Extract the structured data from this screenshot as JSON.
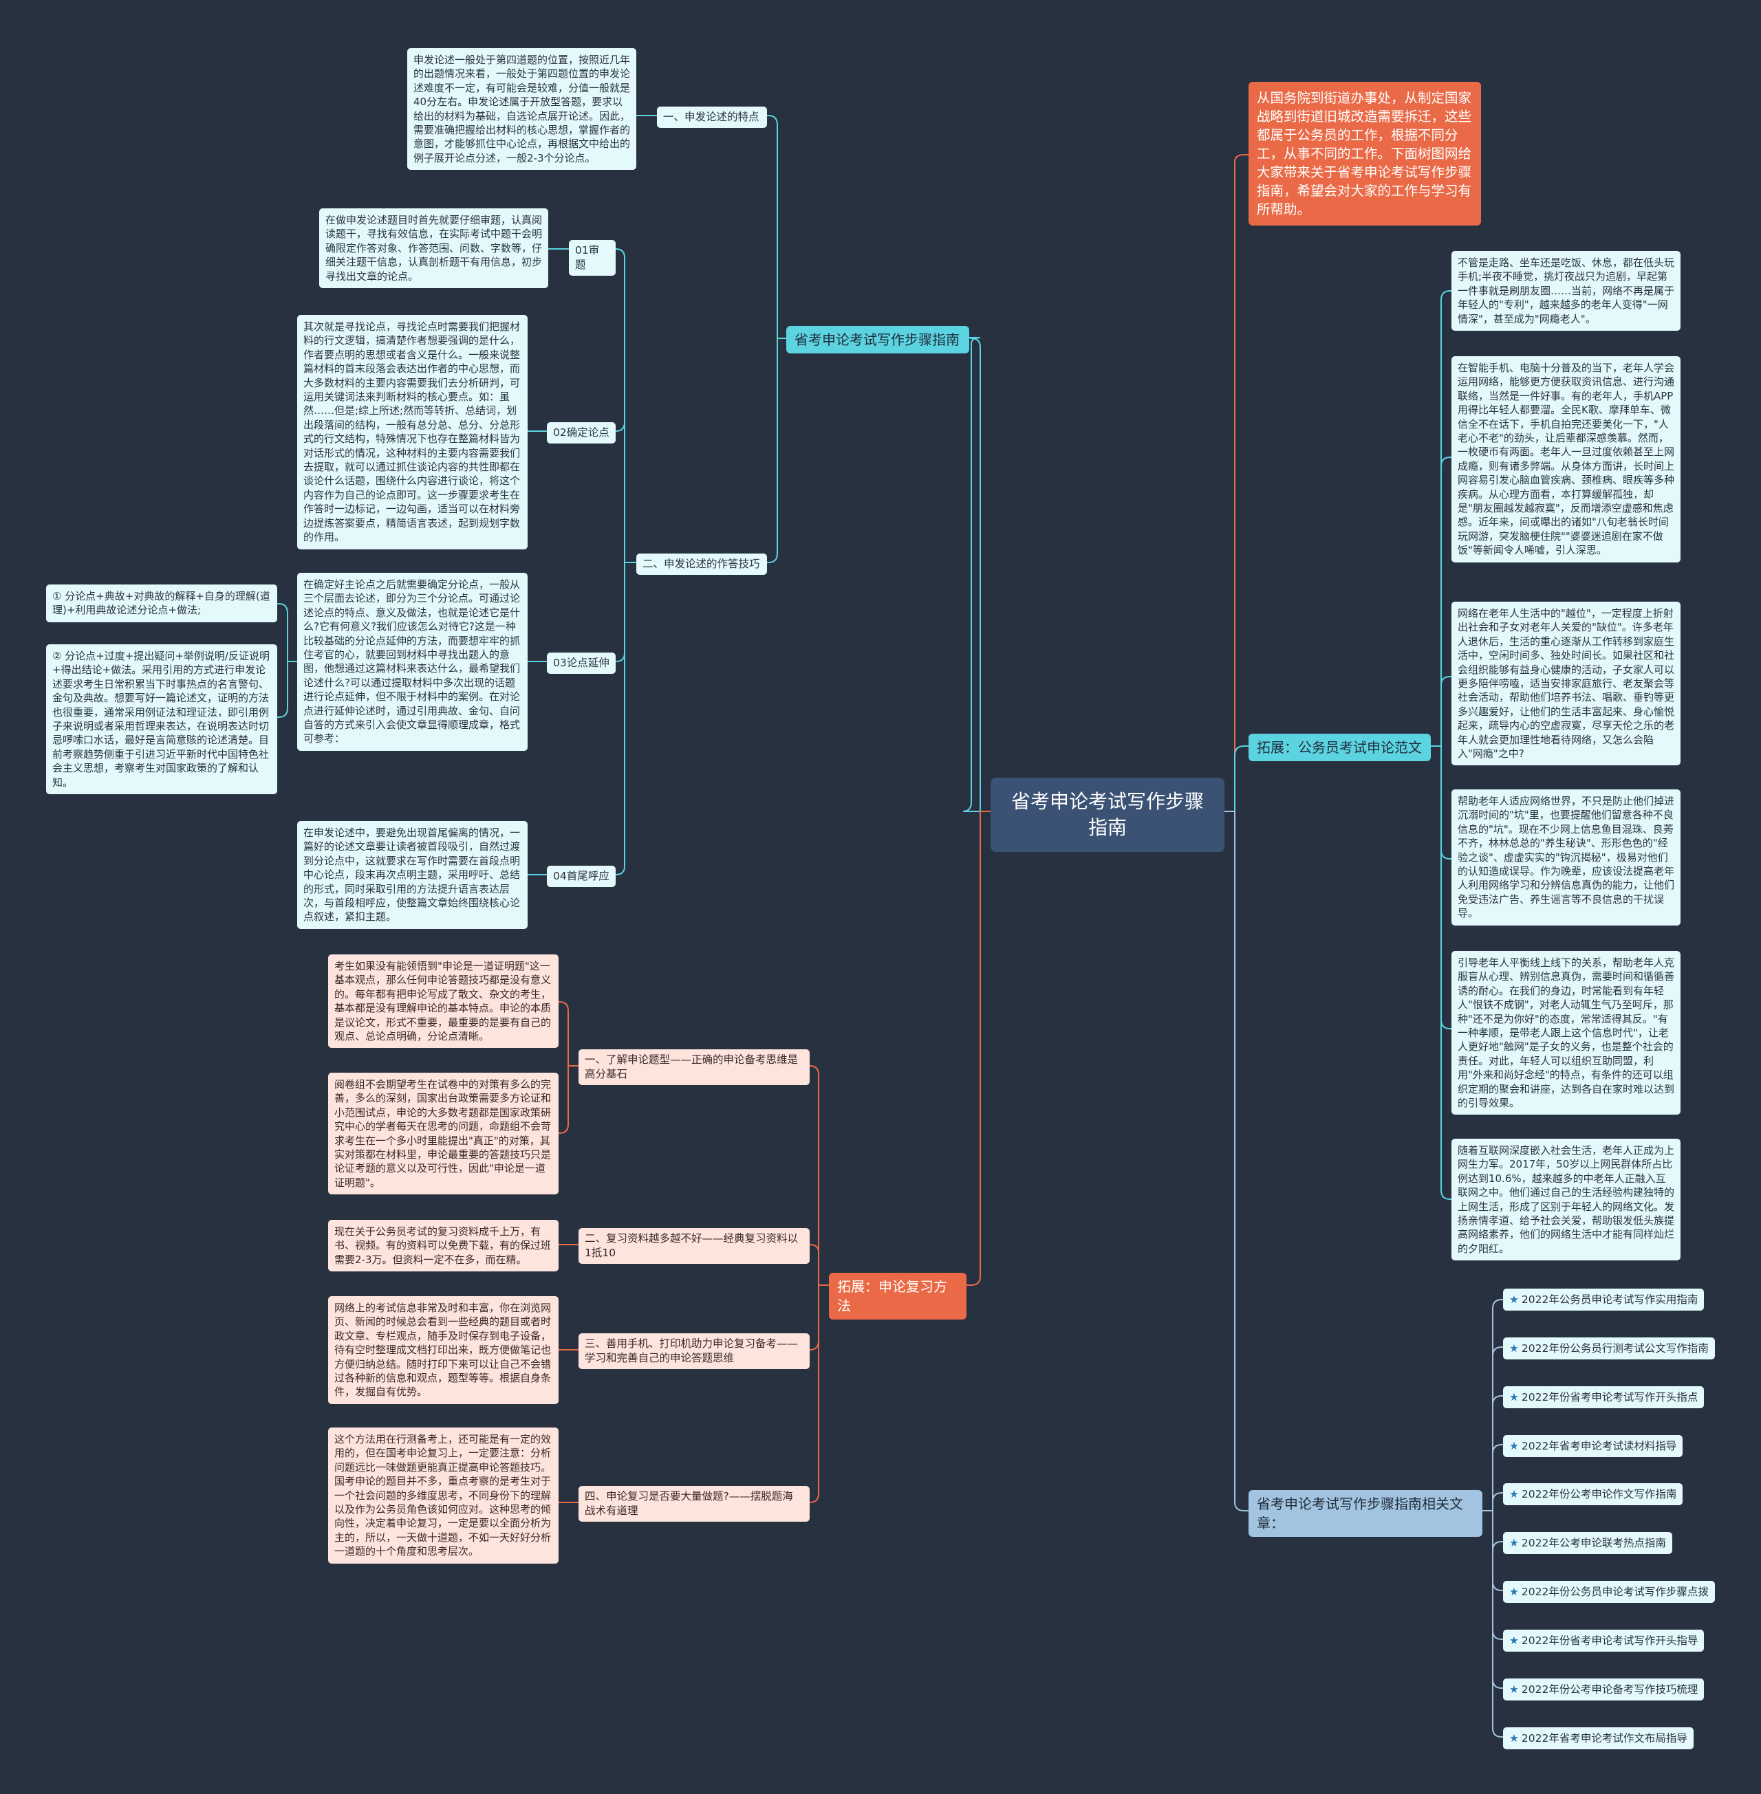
{
  "central": "省考申论考试写作步骤指南",
  "intro": "从国务院到街道办事处，从制定国家战略到街道旧城改造需要拆迁，这些都属于公务员的工作，根据不同分工，从事不同的工作。下面树图网给大家带来关于省考申论考试写作步骤指南，希望会对大家的工作与学习有所帮助。",
  "left_top": {
    "label": "省考申论考试写作步骤指南",
    "sec1": {
      "label": "一、申发论述的特点",
      "text": "申发论述一般处于第四道题的位置，按照近几年的出题情况来看，一般处于第四题位置的申发论述难度不一定，有可能会是较难，分值一般就是40分左右。申发论述属于开放型答题，要求以给出的材料为基础，自选论点展开论述。因此，需要准确把握给出材料的核心思想，掌握作者的意图，才能够抓住中心论点，再根据文中给出的例子展开论点分述，一般2-3个分论点。"
    },
    "sec2": {
      "label": "二、申发论述的作答技巧",
      "items": [
        {
          "label": "01审题",
          "text": "在做申发论述题目时首先就要仔细审题，认真阅读题干，寻找有效信息，在实际考试中题干会明确限定作答对象、作答范围、问数、字数等，仔细关注题干信息，认真剖析题干有用信息，初步寻找出文章的论点。"
        },
        {
          "label": "02确定论点",
          "text": "其次就是寻找论点，寻找论点时需要我们把握材料的行文逻辑，搞清楚作者想要强调的是什么，作者要点明的思想或者含义是什么。一般来说整篇材料的首末段落会表达出作者的中心思想，而大多数材料的主要内容需要我们去分析研判，可运用关键词法来判断材料的核心要点。如：虽然……但是;综上所述;然而等转折、总结词，划出段落间的结构，一般有总分总、总分、分总形式的行文结构，特殊情况下也存在整篇材料皆为对话形式的情况，这种材料的主要内容需要我们去提取，就可以通过抓住谈论内容的共性即都在谈论什么话题，围绕什么内容进行谈论，将这个内容作为自己的论点即可。这一步骤要求考生在作答时一边标记，一边勾画，适当可以在材料旁边提炼答案要点，精简语言表述，起到规划字数的作用。"
        },
        {
          "label": "03论点延伸",
          "text": "在确定好主论点之后就需要确定分论点，一般从三个层面去论述，即分为三个分论点。可通过论述论点的特点、意义及做法，也就是论述它是什么?它有何意义?我们应该怎么对待它?这是一种比较基础的分论点延伸的方法，而要想牢牢的抓住考官的心，就要回到材料中寻找出题人的意图，他想通过这篇材料来表达什么，最希望我们论述什么?可以通过提取材料中多次出现的话题进行论点延伸，但不限于材料中的案例。在对论点进行延伸论述时，通过引用典故、金句、自问自答的方式来引入会使文章显得顺理成章，格式可参考：",
          "children": [
            "① 分论点+典故+对典故的解释+自身的理解(道理)+利用典故论述分论点+做法;",
            "② 分论点+过度+提出疑问+举例说明/反证说明+得出结论+做法。采用引用的方式进行申发论述要求考生日常积累当下时事热点的名言警句、金句及典故。想要写好一篇论述文，证明的方法也很重要，通常采用例证法和理证法，即引用例子来说明或者采用哲理来表达，在说明表达时切忌啰嗦口水话，最好是言简意赅的论述清楚。目前考察趋势侧重于引进习近平新时代中国特色社会主义思想，考察考生对国家政策的了解和认知。"
          ]
        },
        {
          "label": "04首尾呼应",
          "text": "在申发论述中，要避免出现首尾偏离的情况，一篇好的论述文章要让读者被首段吸引，自然过渡到分论点中，这就要求在写作时需要在首段点明中心论点，段末再次点明主题，采用呼吁、总结的形式，同时采取引用的方法提升语言表达层次，与首段相呼应，使整篇文章始终围绕核心论点叙述，紧扣主题。"
        }
      ]
    }
  },
  "left_bottom": {
    "label": "拓展：申论复习方法",
    "items": [
      {
        "label": "一、了解申论题型——正确的申论备考思维是高分基石",
        "texts": [
          "考生如果没有能领悟到\"申论是一道证明题\"这一基本观点，那么任何申论答题技巧都是没有意义的。每年都有把申论写成了散文、杂文的考生，基本都是没有理解申论的基本特点。申论的本质是议论文，形式不重要，最重要的是要有自己的观点、总论点明确，分论点清晰。",
          "阅卷组不会期望考生在试卷中的对策有多么的完善，多么的深刻，国家出台政策需要多方论证和小范围试点，申论的大多数考题都是国家政策研究中心的学者每天在思考的问题，命题组不会苛求考生在一个多小时里能提出\"真正\"的对策，其实对策都在材料里，申论最重要的答题技巧只是论证考题的意义以及可行性，因此\"申论是一道证明题\"。"
        ]
      },
      {
        "label": "二、复习资料越多越不好——经典复习资料以1抵10",
        "texts": [
          "现在关于公务员考试的复习资料成千上万，有书、视频。有的资料可以免费下载，有的保过班需要2-3万。但资料一定不在多，而在精。"
        ]
      },
      {
        "label": "三、善用手机、打印机助力申论复习备考——学习和完善自己的申论答题思维",
        "texts": [
          "网络上的考试信息非常及时和丰富，你在浏览网页、新闻的时候总会看到一些经典的题目或者时政文章、专栏观点，随手及时保存到电子设备，待有空时整理成文档打印出来，既方便做笔记也方便归纳总结。随时打印下来可以让自己不会错过各种新的信息和观点，题型等等。根据自身条件，发掘自有优势。"
        ]
      },
      {
        "label": "四、申论复习是否要大量做题?——摆脱题海战术有道理",
        "texts": [
          "这个方法用在行测备考上，还可能是有一定的效用的，但在国考申论复习上，一定要注意：分析问题远比一味做题更能真正提高申论答题技巧。国考申论的题目并不多，重点考察的是考生对于一个社会问题的多维度思考，不同身份下的理解以及作为公务员角色该如何应对。这种思考的倾向性，决定着申论复习，一定是要以全面分析为主的，所以，一天做十道题，不如一天好好分析一道题的十个角度和思考层次。"
        ]
      }
    ]
  },
  "right_mid": {
    "label": "拓展：公务员考试申论范文",
    "texts": [
      "不管是走路、坐车还是吃饭、休息，都在低头玩手机;半夜不睡觉，挑灯夜战只为追剧，早起第一件事就是刷朋友圈……当前，网络不再是属于年轻人的\"专利\"，越来越多的老年人变得\"一网情深\"，甚至成为\"网瘾老人\"。",
      "在智能手机、电脑十分普及的当下，老年人学会运用网络，能够更方便获取资讯信息、进行沟通联络，当然是一件好事。有的老年人，手机APP用得比年轻人都要溜。全民K歌、摩拜单车、微信全不在话下，手机自拍完还要美化一下，\"人老心不老\"的劲头，让后辈都深感羡慕。然而，一枚硬币有两面。老年人一旦过度依赖甚至上网成瘾，则有诸多弊端。从身体方面讲，长时间上网容易引发心脑血管疾病、颈椎病、眼疾等多种疾病。从心理方面看，本打算缓解孤独，却是\"朋友圈越发越寂寞\"，反而增添空虚感和焦虑感。近年来，间或曝出的诸如\"八旬老翁长时间玩网游，突发脑梗住院\"\"婆婆迷追剧在家不做饭\"等新闻令人唏嘘，引人深思。",
      "网络在老年人生活中的\"越位\"，一定程度上折射出社会和子女对老年人关爱的\"缺位\"。许多老年人退休后，生活的重心逐渐从工作转移到家庭生活中，空闲时间多、独处时间长。如果社区和社会组织能够有益身心健康的活动，子女家人可以更多陪伴唠嗑，适当安排家庭旅行、老友聚会等社会活动，帮助他们培养书法、唱歌、垂钓等更多兴趣爱好，让他们的生活丰富起来、身心愉悦起来，疏导内心的空虚寂寞，尽享天伦之乐的老年人就会更加理性地看待网络，又怎么会陷入\"网瘾\"之中?",
      "帮助老年人适应网络世界，不只是防止他们掉进沉溺时间的\"坑\"里，也要提醒他们留意各种不良信息的\"坑\"。现在不少网上信息鱼目混珠、良莠不齐，林林总总的\"养生秘诀\"、形形色色的\"经验之谈\"、虚虚实实的\"钩沉揭秘\"，极易对他们的认知造成误导。作为晚辈，应该设法提高老年人利用网络学习和分辨信息真伪的能力，让他们免受违法广告、养生谣言等不良信息的干扰误导。",
      "引导老年人平衡线上线下的关系，帮助老年人克服盲从心理、辨别信息真伪，需要时间和循循善诱的耐心。在我们的身边，时常能看到有年轻人\"恨铁不成钢\"，对老人动辄生气乃至呵斥，那种\"还不是为你好\"的态度，常常适得其反。\"有一种孝顺，是带老人跟上这个信息时代\"，让老人更好地\"触网\"是子女的义务，也是整个社会的责任。对此，年轻人可以组织互助同盟，利用\"外来和尚好念经\"的特点，有条件的还可以组织定期的聚会和讲座，达到各自在家时难以达到的引导效果。",
      "随着互联网深度嵌入社会生活，老年人正成为上网生力军。2017年，50岁以上网民群体所占比例达到10.6%，越来越多的中老年人正融入互联网之中。他们通过自己的生活经验构建独特的上网生活，形成了区别于年轻人的网络文化。发扬亲情孝道、给予社会关爱，帮助银发低头族提高网络素养，他们的网络生活中才能有同样灿烂的夕阳红。"
    ]
  },
  "right_bottom": {
    "label": "省考申论考试写作步骤指南相关文章：",
    "links": [
      "2022年公务员申论考试写作实用指南",
      "2022年份公务员行测考试公文写作指南",
      "2022年份省考申论考试写作开头指点",
      "2022年省考申论考试读材料指导",
      "2022年份公考申论作文写作指南",
      "2022年公考申论联考热点指南",
      "2022年份公务员申论考试写作步骤点拨",
      "2022年份省考申论考试写作开头指导",
      "2022年份公考申论备考写作技巧梳理",
      "2022年省考申论考试作文布局指导"
    ]
  },
  "colors": {
    "background": "#283140",
    "central": "#3b5275",
    "teal": "#5cd3e0",
    "orange": "#ea6a47",
    "blue": "#a3c4e0"
  }
}
